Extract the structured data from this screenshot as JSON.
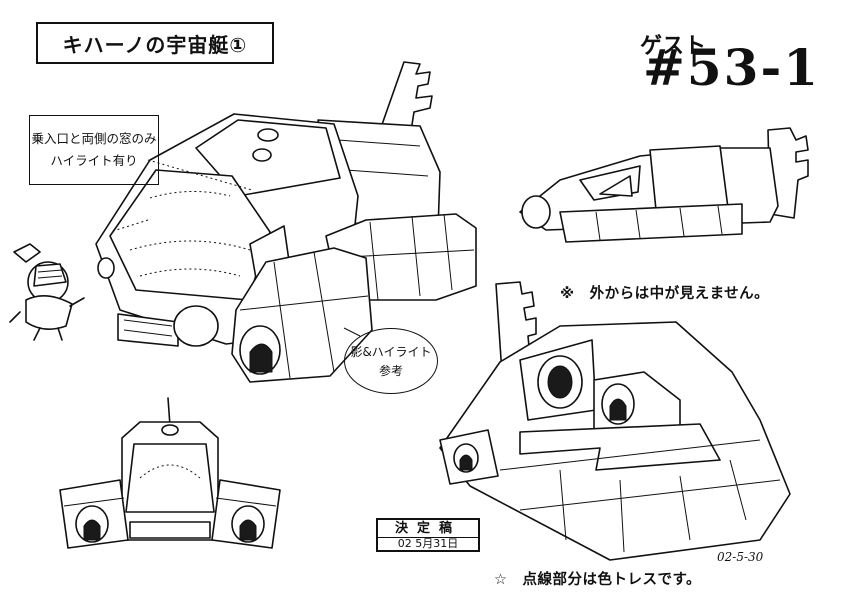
{
  "title": "キハーノの宇宙艇①",
  "guest_label": "ゲスト",
  "guest_number": "#53-1",
  "note_box_lines": [
    "乗入口と両側の窓のみ",
    "ハイライト有り"
  ],
  "bubble_lines": [
    "影&ハイライト",
    "参考"
  ],
  "note_outside": "※　外からは中が見えません。",
  "note_dotted": "☆　点線部分は色トレスです。",
  "stamp_title": "決定稿",
  "stamp_date": "02 5月31日",
  "signature": "02-5-30"
}
